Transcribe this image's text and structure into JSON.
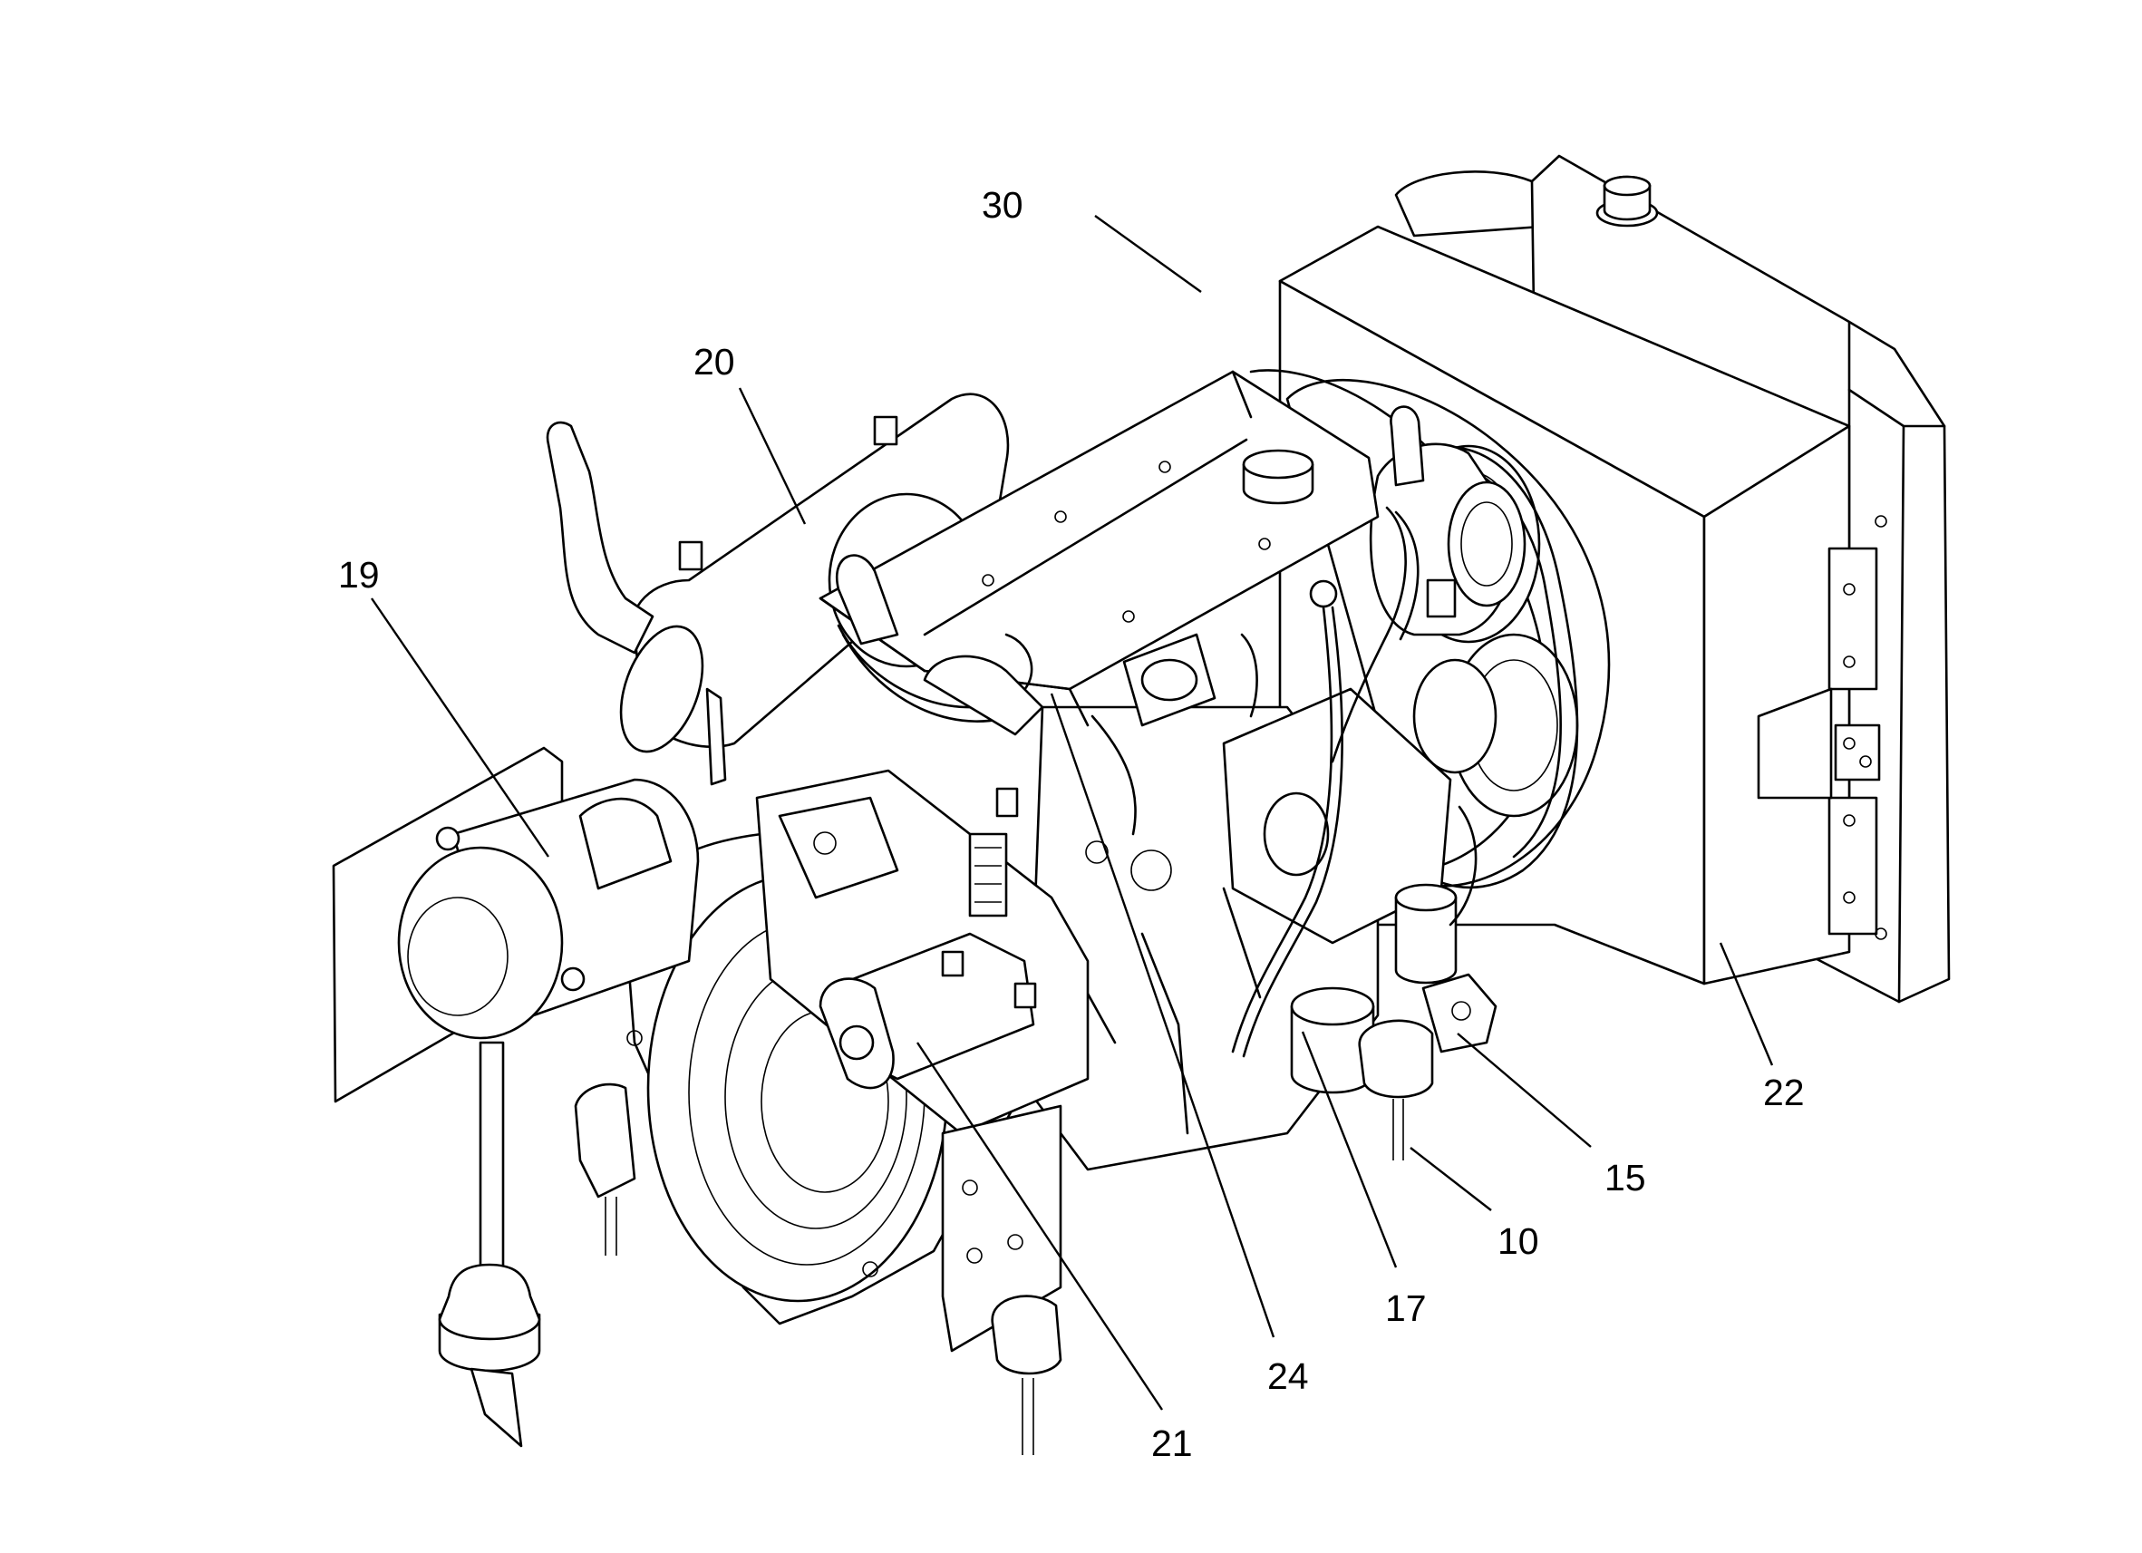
{
  "callouts": [
    {
      "id": "c30",
      "label": "30"
    },
    {
      "id": "c20",
      "label": "20"
    },
    {
      "id": "c19",
      "label": "19"
    },
    {
      "id": "c22",
      "label": "22"
    },
    {
      "id": "c15",
      "label": "15"
    },
    {
      "id": "c10",
      "label": "10"
    },
    {
      "id": "c17",
      "label": "17"
    },
    {
      "id": "c24",
      "label": "24"
    },
    {
      "id": "c21",
      "label": "21"
    }
  ]
}
